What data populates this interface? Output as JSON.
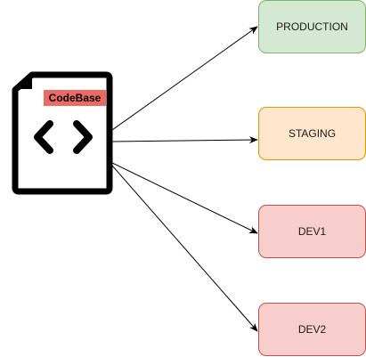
{
  "source": {
    "label": "CodeBase",
    "icon": "code-file-icon",
    "label_bg": "#ea6b66"
  },
  "targets": [
    {
      "label": "PRODUCTION",
      "fill": "#d5e8d4",
      "stroke": "#82b366"
    },
    {
      "label": "STAGING",
      "fill": "#ffe6cc",
      "stroke": "#d79b00"
    },
    {
      "label": "DEV1",
      "fill": "#f8cecc",
      "stroke": "#b85450"
    },
    {
      "label": "DEV2",
      "fill": "#f8cecc",
      "stroke": "#b85450"
    }
  ],
  "edges": [
    {
      "from": "source",
      "to": "targets.0"
    },
    {
      "from": "source",
      "to": "targets.1"
    },
    {
      "from": "source",
      "to": "targets.2"
    },
    {
      "from": "source",
      "to": "targets.3"
    }
  ]
}
